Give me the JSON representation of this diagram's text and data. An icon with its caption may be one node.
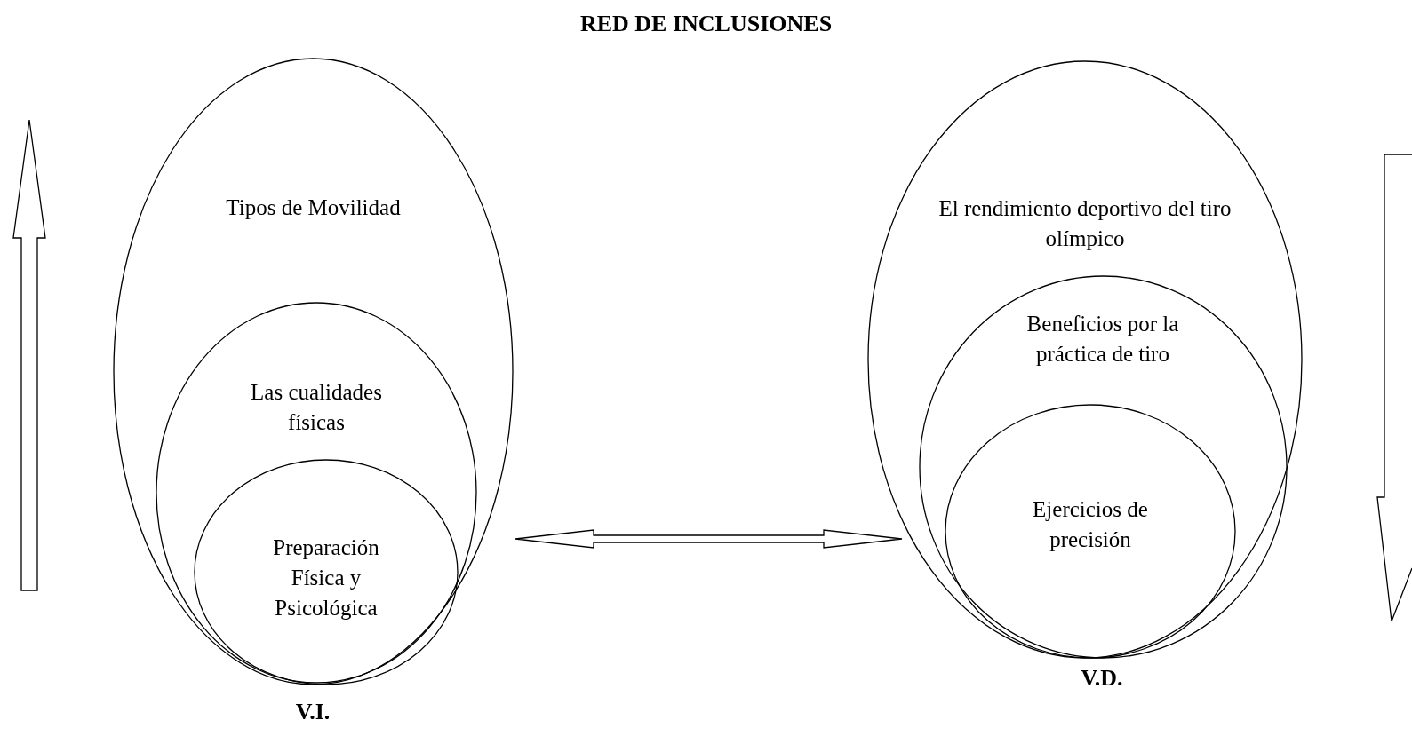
{
  "diagram": {
    "title": "RED DE INCLUSIONES",
    "nodes": [
      {
        "text": [
          "Tipos de Movilidad"
        ],
        "beside": [
          "V.I."
        ]
      },
      {
        "text": [
          "Las cualidades físicas"
        ],
        "in": 0
      },
      {
        "text": [
          "Preparación Física y Psicológica"
        ],
        "in": 1
      },
      {
        "text": [
          "El rendimiento deportivo del tiro olímpico"
        ],
        "beside": [
          "V.D."
        ]
      },
      {
        "text": [
          "Beneficios por la práctica de tiro"
        ],
        "in": 3
      },
      {
        "text": [
          "Ejercicios de precisión"
        ],
        "in": 4
      }
    ],
    "edges": [
      {
        "from": 0,
        "to": 3,
        "arrow": "both"
      }
    ]
  }
}
